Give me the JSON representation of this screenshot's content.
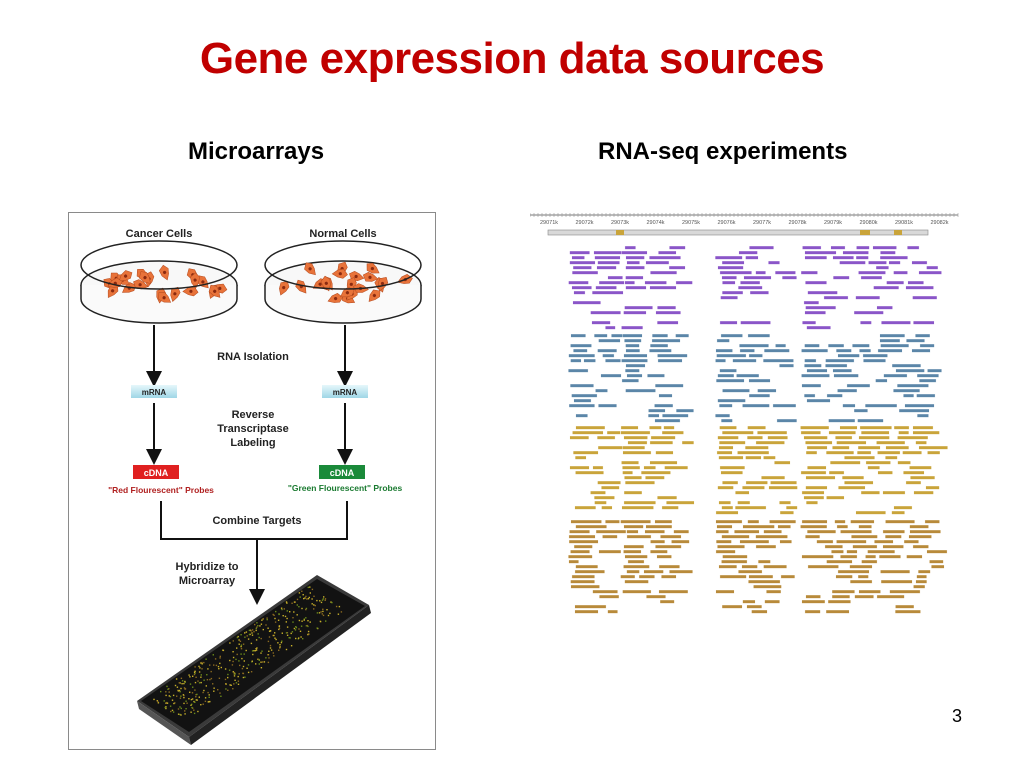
{
  "slide": {
    "title": "Gene expression data sources",
    "page_number": "3"
  },
  "columns": {
    "left_heading": "Microarrays",
    "right_heading": "RNA-seq experiments"
  },
  "microarray_diagram": {
    "cancer_cells": "Cancer Cells",
    "normal_cells": "Normal Cells",
    "rna_isolation": "RNA Isolation",
    "mrna": "mRNA",
    "reverse_line1": "Reverse",
    "reverse_line2": "Transcriptase",
    "reverse_line3": "Labeling",
    "cdna": "cDNA",
    "red_probes": "\"Red Flourescent\" Probes",
    "green_probes": "\"Green Flourescent\" Probes",
    "combine": "Combine Targets",
    "hybridize_line1": "Hybridize to",
    "hybridize_line2": "Microarray",
    "colors": {
      "red_label": "#e02020",
      "green_label": "#1a8a3a",
      "mrna_box": "#bfe8f0",
      "cell": "#e8733a",
      "slide": "#141414"
    }
  },
  "rnaseq_browser": {
    "ruler_ticks": [
      "29071k",
      "29072k",
      "29073k",
      "29074k",
      "29075k",
      "29076k",
      "29077k",
      "29078k",
      "29079k",
      "29080k",
      "29081k",
      "29082k"
    ],
    "track_colors": [
      "#8a55c8",
      "#5b86a8",
      "#c9a43a",
      "#b88a3a"
    ]
  }
}
